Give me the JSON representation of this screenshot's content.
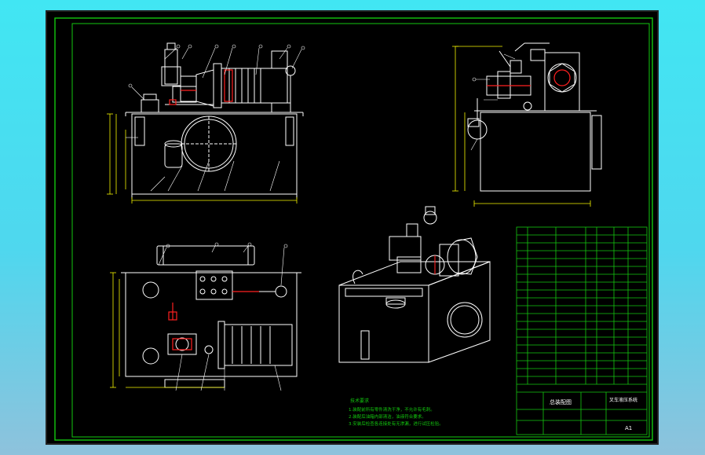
{
  "colors": {
    "background": "#000000",
    "frame": "#13c80f",
    "outline": "#ffffff",
    "dimension": "#f5f500",
    "part_red": "#ff2020",
    "leader": "#ffffff",
    "table_green": "#13c80f"
  },
  "drawing": {
    "title_block_label_1": "总装配图",
    "title_block_label_2": "叉车液压系统",
    "sheet_size": "A1",
    "tech_notes": {
      "heading": "技术要求",
      "line_1": "1.装配前所有零件清洗干净，不允许有毛刺。",
      "line_2": "2.装配后油箱内部清洁，油液符合要求。",
      "line_3": "3.安装后检查各连接处有无渗漏，进行试压检验。"
    },
    "parts_rows": 20
  }
}
